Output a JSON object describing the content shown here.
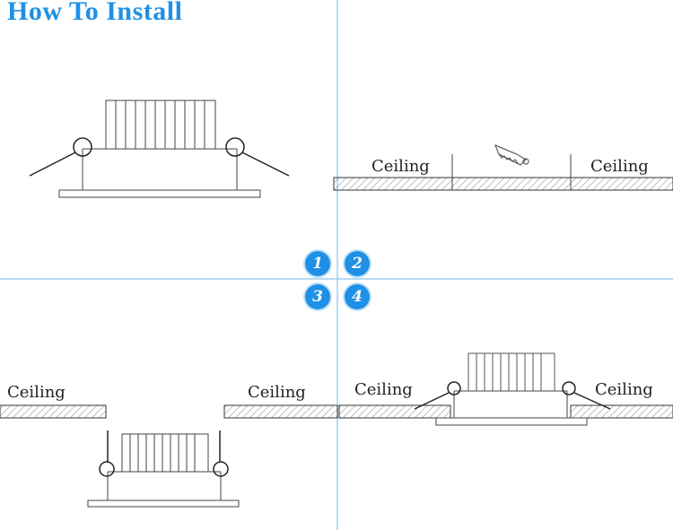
{
  "title": "How To Install",
  "labels": {
    "ceiling": "Ceiling"
  },
  "steps": [
    "1",
    "2",
    "3",
    "4"
  ],
  "colors": {
    "accent": "#1e90e6",
    "divider": "#9fcfee",
    "line": "#333333"
  }
}
